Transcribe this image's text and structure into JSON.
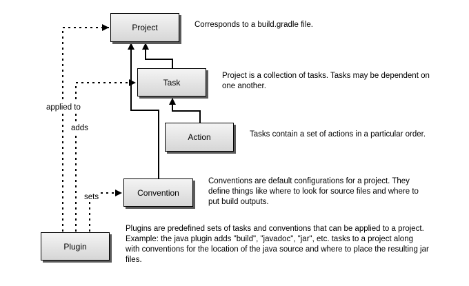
{
  "nodes": {
    "project": "Project",
    "task": "Task",
    "action": "Action",
    "convention": "Convention",
    "plugin": "Plugin"
  },
  "notes": {
    "project": "Corresponds to a build.gradle file.",
    "task": "Project is a collection of tasks.  Tasks may be dependent on one another.",
    "action": "Tasks contain a set of actions in a particular order.",
    "convention": "Conventions are default configurations for a project. They define things like where to look for source files and where to put build outputs.",
    "plugin": "Plugins are predefined sets of tasks and conventions that can be applied to a project.  Example: the java plugin adds \"build\", \"javadoc\", \"jar\", etc. tasks to a project along with conventions for the location of the java source and where to place the resulting jar files."
  },
  "edge_labels": {
    "applied_to": "applied to",
    "adds": "adds",
    "sets": "sets"
  }
}
